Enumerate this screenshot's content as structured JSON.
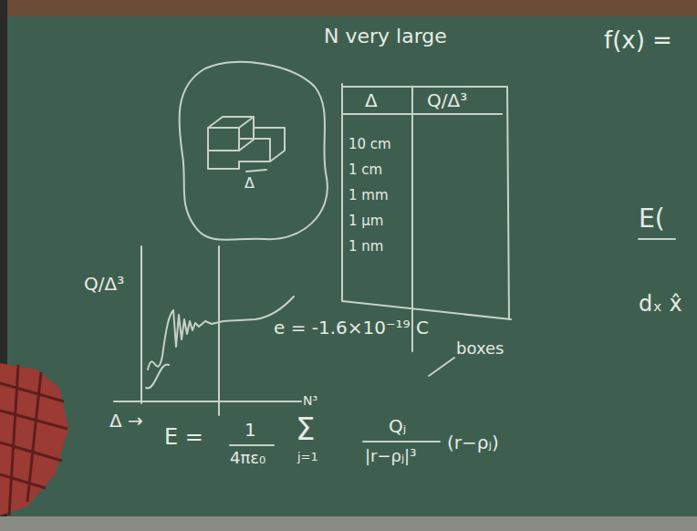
{
  "diagram": {
    "labels": [
      "N very large",
      "f(x) =",
      "Δ",
      "Q/Δ³",
      "10 cm",
      "1 cm",
      "1 mm",
      "1 μm",
      "1 nm",
      "Δ",
      "Q/Δ³",
      "Δ →",
      "e = -1.6×10⁻¹⁹ C",
      "boxes",
      "E =",
      "1",
      "4πε₀",
      "N³",
      "Σ",
      "j=1",
      "Qⱼ",
      "|r−ρⱼ|³",
      "(r−ρⱼ)",
      "E(",
      "dₓ x̂"
    ]
  }
}
